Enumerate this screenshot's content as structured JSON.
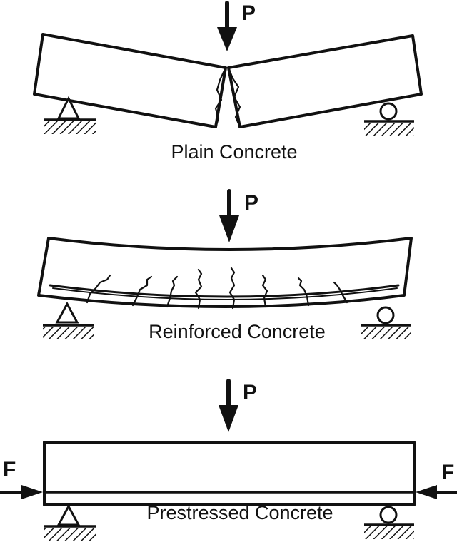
{
  "diagram": {
    "panels": [
      {
        "id": "plain",
        "caption": "Plain Concrete",
        "load_label": "P"
      },
      {
        "id": "reinforced",
        "caption": "Reinforced Concrete",
        "load_label": "P"
      },
      {
        "id": "prestressed",
        "caption": "Prestressed Concrete",
        "load_label": "P",
        "prestress_left_label": "F",
        "prestress_right_label": "F"
      }
    ],
    "colors": {
      "line": "#111111",
      "background": "#ffffff"
    }
  }
}
